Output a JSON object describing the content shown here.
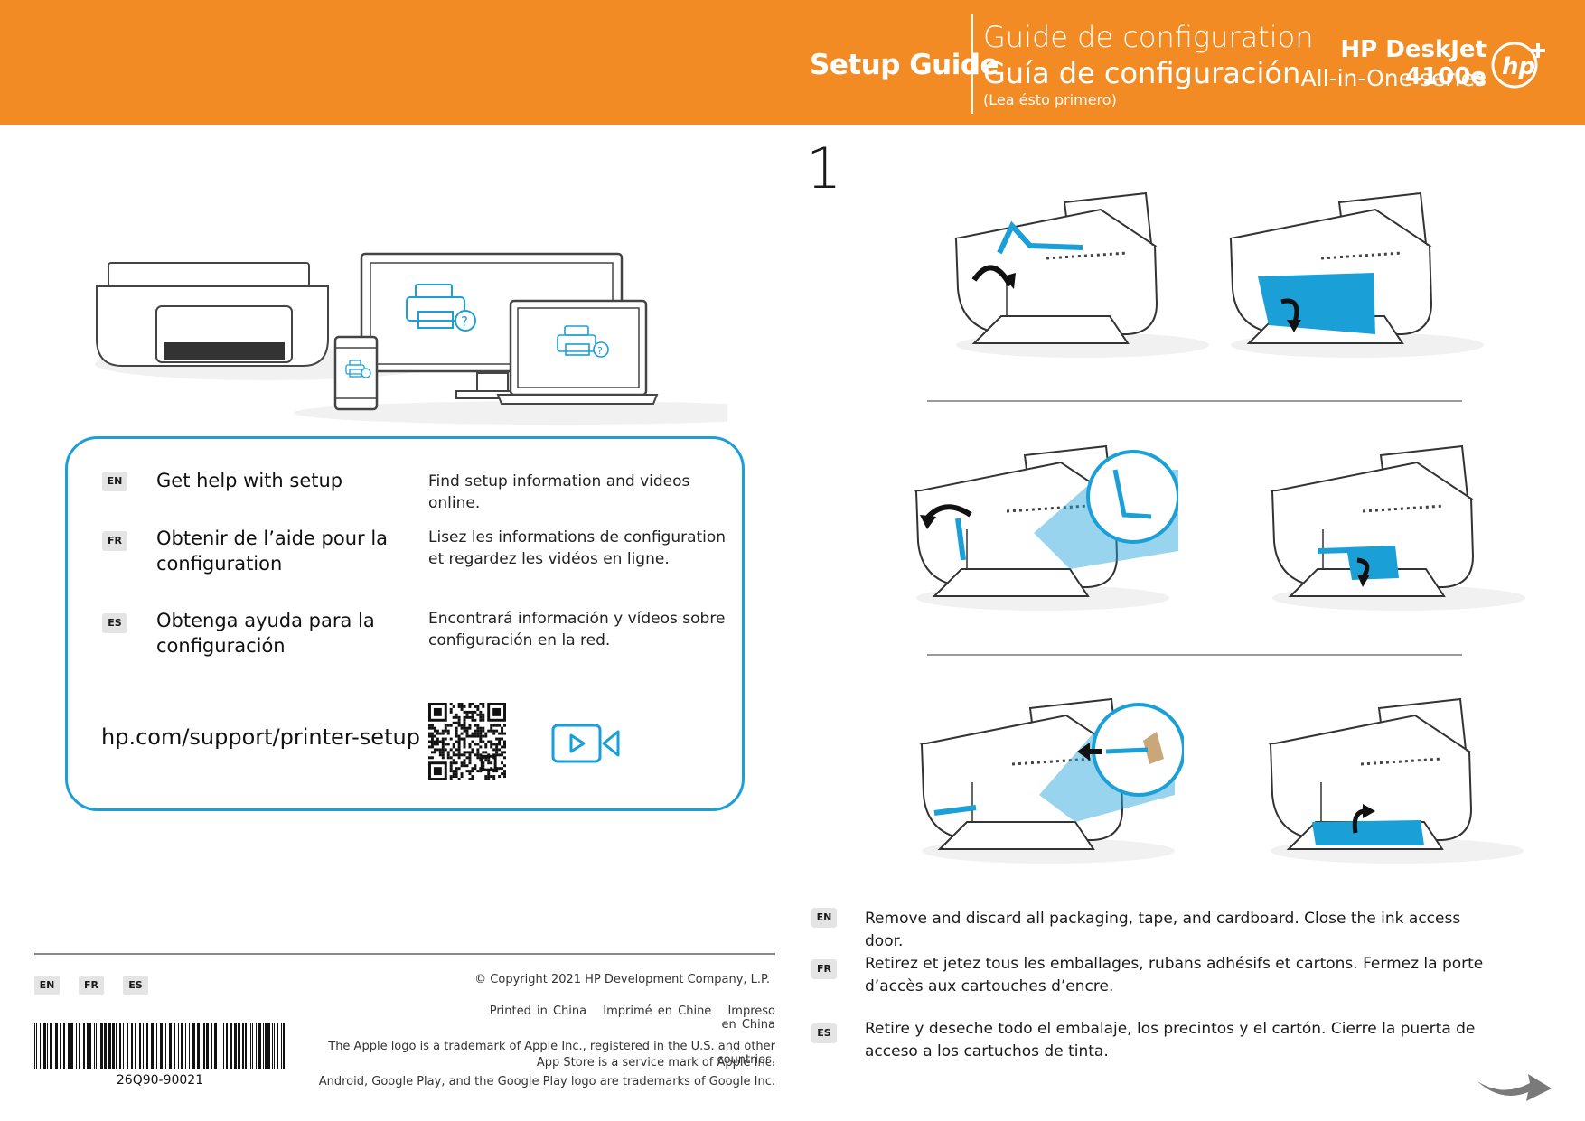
{
  "header": {
    "setup_guide": "Setup Guide",
    "guide_fr": "Guide de configuration",
    "guide_es": "Guía de configuración",
    "read_first": "(Lea ésto primero)",
    "model": "HP DeskJet 4100e",
    "series": "All-in-One series",
    "logo_text": "hp+",
    "brand_color": "#f28b24"
  },
  "step_number": "1",
  "help": {
    "items": [
      {
        "lang": "EN",
        "title": "Get help with setup",
        "desc": "Find setup information and videos online."
      },
      {
        "lang": "FR",
        "title": "Obtenir de l’aide pour la configuration",
        "desc": "Lisez les informations de configuration et regardez les vidéos en ligne."
      },
      {
        "lang": "ES",
        "title": "Obtenga ayuda para la configuración",
        "desc": "Encontrará información y vídeos sobre configuración en la red."
      }
    ],
    "url": "hp.com/support/printer-setup",
    "accent_color": "#1a9fd6",
    "qr_icon": "qr-code",
    "video_icon": "video-camera-icon"
  },
  "footer": {
    "langs": [
      "EN",
      "FR",
      "ES"
    ],
    "copyright": "© Copyright 2021 HP Development Company, L.P.",
    "printed": [
      "Printed in China",
      "Imprimé en Chine",
      "Impreso en China"
    ],
    "legal": [
      "The Apple logo is a trademark of Apple Inc., registered in the U.S. and other countries.",
      "App Store is a service mark of Apple Inc.",
      "Android, Google Play, and the Google Play logo are trademarks of Google Inc."
    ],
    "part_number": "26Q90-90021"
  },
  "instructions": [
    {
      "lang": "EN",
      "text": "Remove and discard all packaging, tape, and cardboard. Close the ink access door."
    },
    {
      "lang": "FR",
      "text": "Retirez et jetez tous les emballages, rubans adhésifs et cartons. Fermez la porte d’accès aux cartouches d’encre."
    },
    {
      "lang": "ES",
      "text": "Retire y deseche todo el embalaje, los precintos y el cartón. Cierre la puerta de acceso a los cartuchos de tinta."
    }
  ]
}
